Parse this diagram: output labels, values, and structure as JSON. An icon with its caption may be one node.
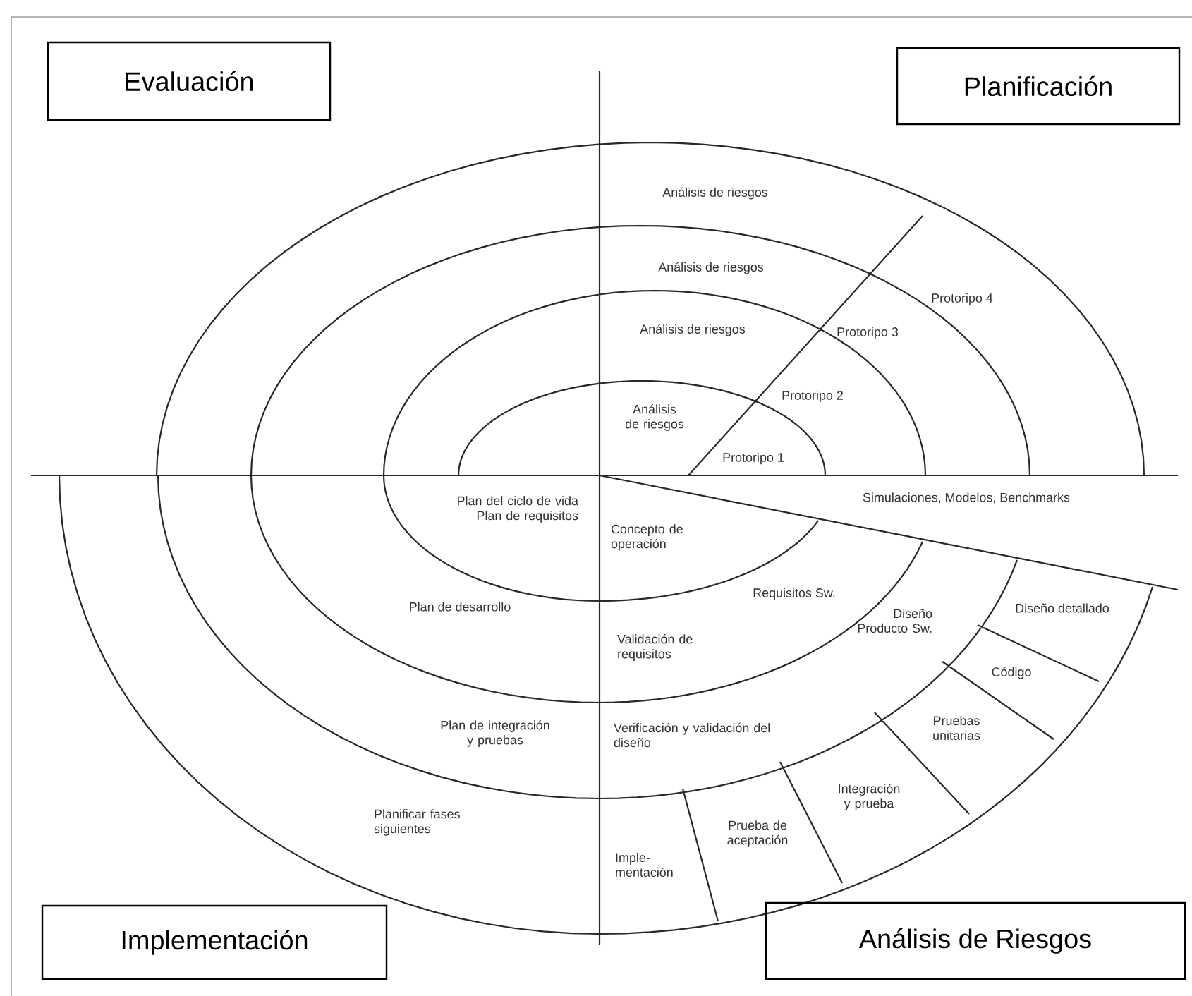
{
  "diagram": {
    "nodes": [
      {
        "text": [
          "Evaluación"
        ]
      },
      {
        "text": [
          "Planificación"
        ]
      },
      {
        "text": [
          "Implementación"
        ]
      },
      {
        "text": [
          "Análisis de Riesgos"
        ]
      }
    ],
    "labels": [
      "Análisis de riesgos",
      "Análisis de riesgos",
      "Protoripo 4",
      "Análisis de riesgos",
      "Protoripo 3",
      "Protoripo 2",
      "Análisis de riesgos",
      "Protoripo 1",
      "Plan del ciclo de vida Plan de requisitos",
      "Simulaciones, Modelos, Benchmarks",
      "Concepto de operación",
      "Requisitos Sw.",
      "Plan de desarrollo",
      "Diseño Producto Sw.",
      "Diseño detallado",
      "Validación de requisitos",
      "Código",
      "Plan de integración y pruebas",
      "Verificación y validación del diseño",
      "Pruebas unitarias",
      "Integración y prueba",
      "Prueba de aceptación",
      "Planificar fases siguientes",
      "Imple- mentación"
    ]
  }
}
